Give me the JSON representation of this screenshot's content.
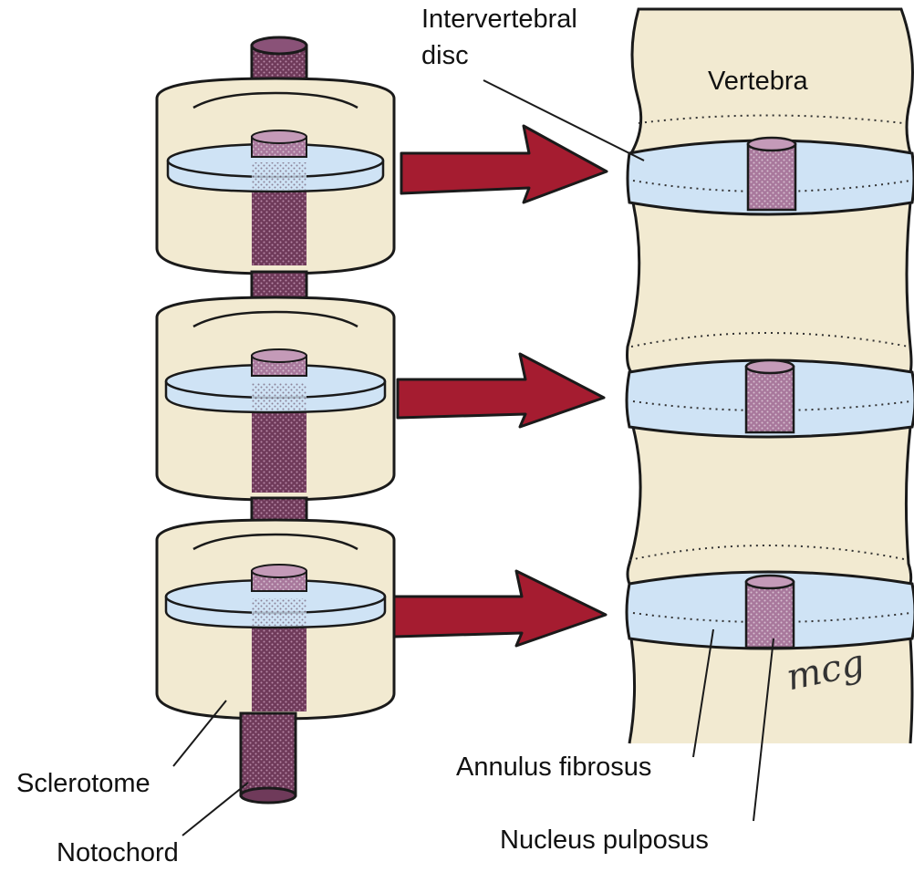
{
  "labels": {
    "intervertebral_disc_line1": "Intervertebral",
    "intervertebral_disc_line2": "disc",
    "vertebra": "Vertebra",
    "annulus_fibrosus": "Annulus fibrosus",
    "nucleus_pulposus": "Nucleus pulposus",
    "sclerotome": "Sclerotome",
    "notochord": "Notochord"
  },
  "signature": "mcg",
  "colors": {
    "sclerotome_fill": "#f2ead1",
    "disc_fill": "#cfe3f5",
    "notochord_fill": "#6f3a5a",
    "nucleus_fill": "#a8789c",
    "arrow_fill": "#a51c30",
    "outline": "#1a1a1a"
  }
}
